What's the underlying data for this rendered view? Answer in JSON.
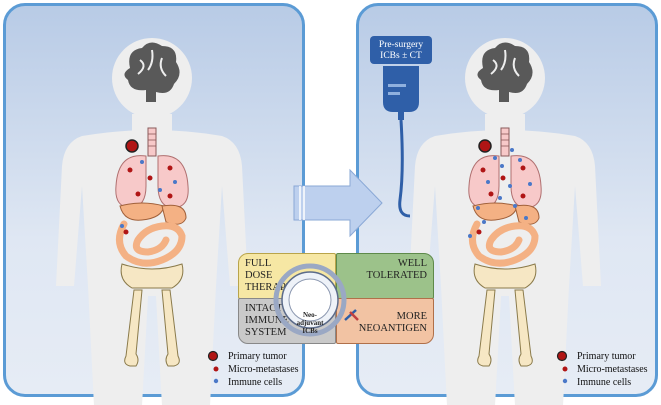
{
  "iv_bag": {
    "line1": "Pre-surgery",
    "line2": "ICBs ± CT"
  },
  "center": {
    "line1": "Neo-",
    "line2": "adjuvant",
    "line3": "ICBs"
  },
  "quadrants": {
    "top_left": {
      "line1": "FULL",
      "line2": "DOSE",
      "line3": "THERAPY",
      "color": "#f6e7a4"
    },
    "top_right": {
      "line1": "WELL",
      "line2": "TOLERATED",
      "color": "#9cc28a"
    },
    "bottom_left": {
      "line1": "INTACT",
      "line2": "IMMUNE",
      "line3": "SYSTEM",
      "color": "#c9c9c9"
    },
    "bottom_right": {
      "line1": "MORE",
      "line2": "NEOANTIGEN",
      "color": "#f2c3a3"
    }
  },
  "legend_left": {
    "primary": "Primary tumor",
    "micro": "Micro-metastases",
    "immune": "Immune cells"
  },
  "legend_right": {
    "primary": "Primary tumor",
    "micro": "Micro-metastases",
    "immune": "Immune cells"
  },
  "colors": {
    "panel_border": "#5b9bd5",
    "tumor": "#b01515",
    "immune": "#4a78c8",
    "organ": "#f4b184",
    "lung": "#f7c9c9",
    "brain": "#595959",
    "body": "#eeeeee"
  }
}
